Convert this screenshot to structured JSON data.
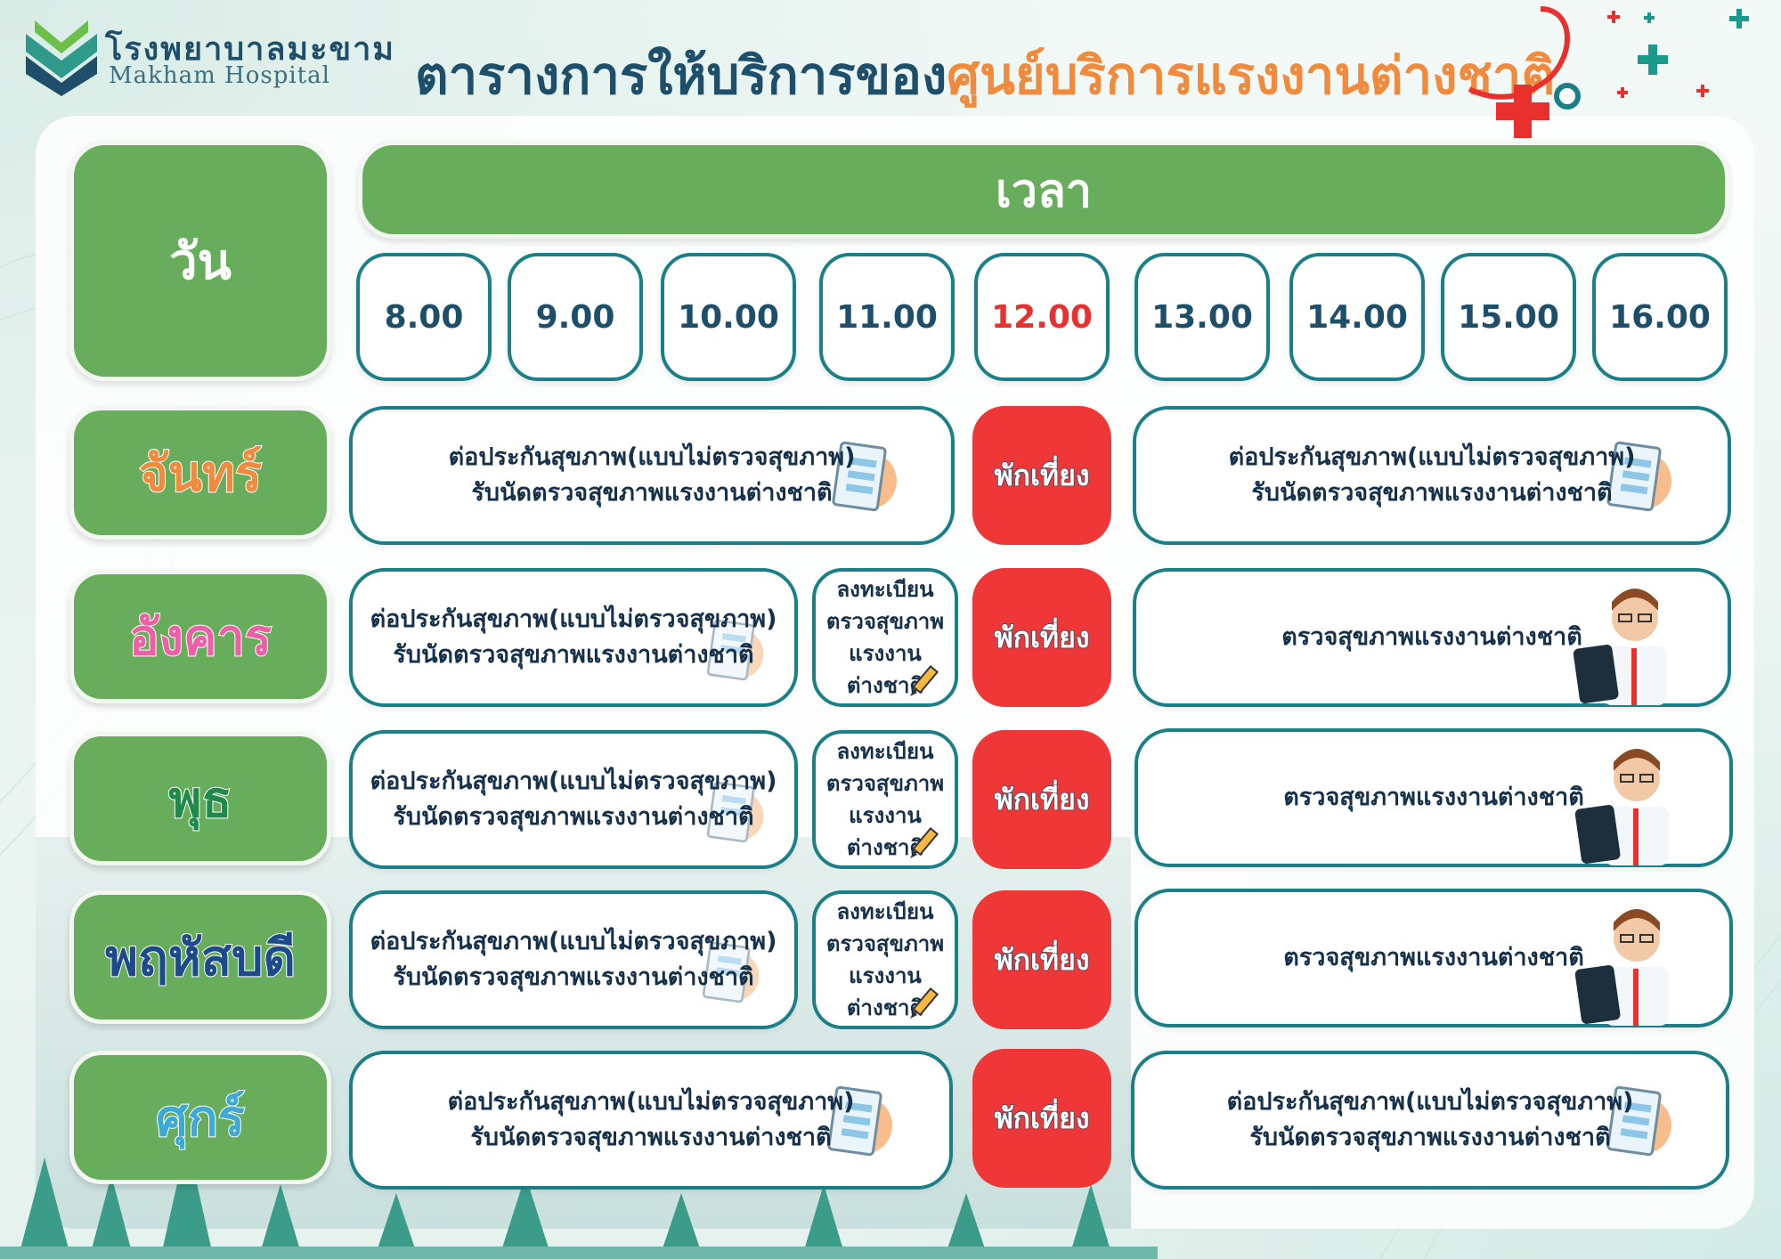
{
  "header": {
    "logo_thai": "โรงพยาบาลมะขาม",
    "logo_english": "Makham Hospital",
    "title_part1": "ตารางการให้บริการของ",
    "title_part2": "ศูนย์บริการแรงงานต่างชาติ"
  },
  "table": {
    "day_header": "วัน",
    "time_header": "เวลา",
    "times": [
      "8.00",
      "9.00",
      "10.00",
      "11.00",
      "12.00",
      "13.00",
      "14.00",
      "15.00",
      "16.00"
    ],
    "days": [
      {
        "name": "จันทร์",
        "color": "#f08a3c"
      },
      {
        "name": "อังคาร",
        "color": "#ef5fa7"
      },
      {
        "name": "พุธ",
        "color": "#1f8a4c"
      },
      {
        "name": "พฤหัสบดี",
        "color": "#1c4a8a"
      },
      {
        "name": "ศุกร์",
        "color": "#3fa9d6"
      }
    ],
    "services": {
      "renew_line1": "ต่อประกันสุขภาพ(แบบไม่ตรวจสุขภาพ)",
      "renew_line2": "รับนัดตรวจสุขภาพแรงงานต่างชาติ",
      "register_lines": [
        "ลงทะเบียน",
        "ตรวจสุขภาพ",
        "แรงงาน",
        "ต่างชาติ"
      ],
      "checkup": "ตรวจสุขภาพแรงงานต่างชาติ",
      "lunch": "พักเที่ยง"
    }
  },
  "colors": {
    "green": "#68ad5b",
    "teal_border": "#1a7f86",
    "lunch_red": "#ef3737",
    "title_blue": "#1d4f6b",
    "title_orange": "#f08a3c"
  },
  "icons": [
    "clipboard-icon",
    "pencil-icon",
    "doctor-icon",
    "stethoscope-icon",
    "medical-cross-icon"
  ]
}
